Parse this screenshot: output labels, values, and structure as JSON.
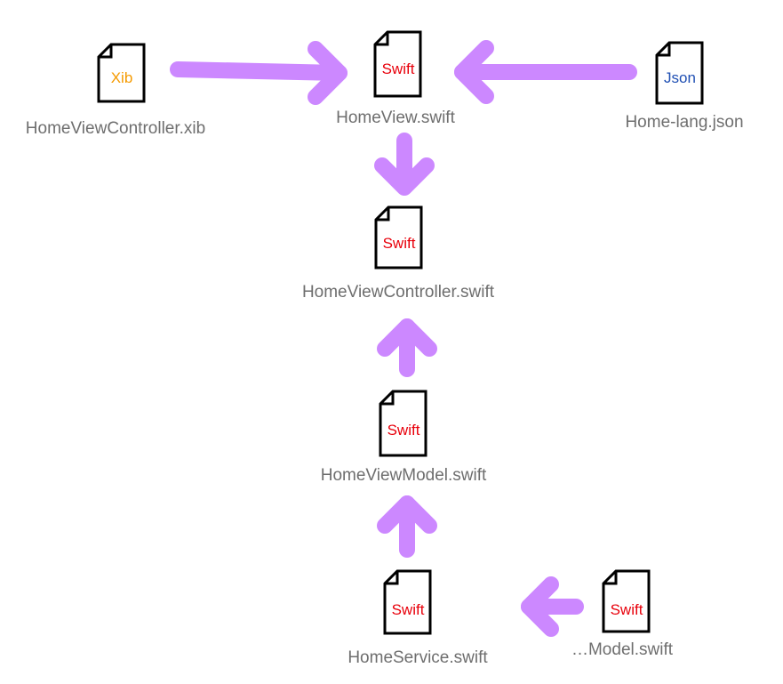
{
  "colors": {
    "arrow": "#cc88ff",
    "label": "#6e6e6e",
    "outline": "#000000",
    "swift": "#e8000b",
    "xib": "#f59a00",
    "json": "#1f4fb3"
  },
  "files": {
    "xib": {
      "type_label": "Xib",
      "name": "HomeViewController.xib",
      "icon": "file-icon"
    },
    "home_view": {
      "type_label": "Swift",
      "name": "HomeView.swift",
      "icon": "file-icon"
    },
    "json": {
      "type_label": "Json",
      "name": "Home-lang.json",
      "icon": "file-icon"
    },
    "view_controller": {
      "type_label": "Swift",
      "name": "HomeViewController.swift",
      "icon": "file-icon"
    },
    "view_model": {
      "type_label": "Swift",
      "name": "HomeViewModel.swift",
      "icon": "file-icon"
    },
    "service": {
      "type_label": "Swift",
      "name": "HomeService.swift",
      "icon": "file-icon"
    },
    "model": {
      "type_label": "Swift",
      "name": "…Model.swift",
      "icon": "file-icon"
    }
  },
  "arrows": [
    {
      "from": "HomeViewController.xib",
      "to": "HomeView.swift"
    },
    {
      "from": "Home-lang.json",
      "to": "HomeView.swift"
    },
    {
      "from": "HomeView.swift",
      "to": "HomeViewController.swift"
    },
    {
      "from": "HomeViewModel.swift",
      "to": "HomeViewController.swift"
    },
    {
      "from": "HomeService.swift",
      "to": "HomeViewModel.swift"
    },
    {
      "from": "…Model.swift",
      "to": "HomeService.swift"
    }
  ]
}
